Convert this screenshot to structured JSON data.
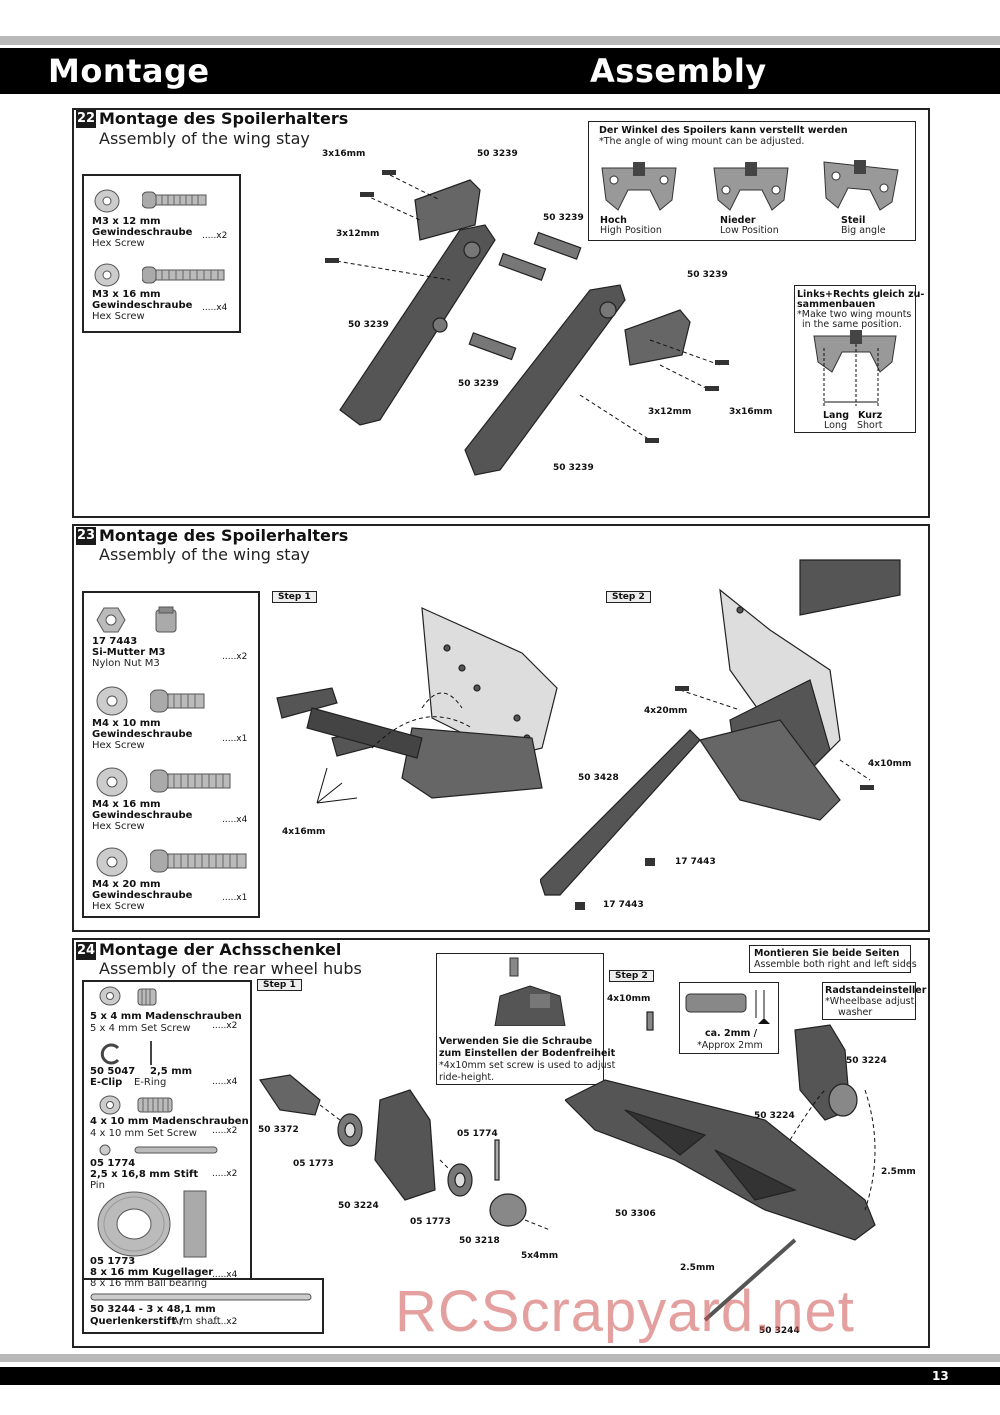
{
  "header": {
    "left": "Montage",
    "right": "Assembly"
  },
  "page_number": "13",
  "watermark": "RCScrapyard.net",
  "step22": {
    "number": "22",
    "title": "Montage des Spoilerhalters",
    "subtitle": "Assembly of the wing stay",
    "parts": [
      {
        "bold1": "M3 x 12 mm",
        "bold2": "Gewindeschraube",
        "normal": "Hex Screw",
        "qty": ".....x2"
      },
      {
        "bold1": "M3 x 16 mm",
        "bold2": "Gewindeschraube",
        "normal": "Hex Screw",
        "qty": ".....x4"
      }
    ],
    "note": {
      "bold": "Der Winkel des Spoilers kann verstellt werden",
      "normal": "*The angle of wing mount can be adjusted.",
      "positions": [
        {
          "bold": "Hoch",
          "normal": "High Position"
        },
        {
          "bold": "Nieder",
          "normal": "Low Position"
        },
        {
          "bold": "Steil",
          "normal": "Big angle"
        }
      ]
    },
    "note2": {
      "bold1": "Links+Rechts gleich zu-",
      "bold2": "sammenbauen",
      "normal1": "*Make two wing mounts",
      "normal2": "in the same position.",
      "lang_bold": "Lang",
      "lang": "Long",
      "kurz_bold": "Kurz",
      "kurz": "Short"
    },
    "labels": {
      "a": "3x16mm",
      "b": "50 3239",
      "c": "3x12mm",
      "d": "50 3239",
      "e": "50 3239",
      "f": "50 3239",
      "g": "50 3239",
      "h": "3x12mm",
      "i": "3x16mm",
      "j": "50 3239"
    }
  },
  "step23": {
    "number": "23",
    "title": "Montage des Spoilerhalters",
    "subtitle": "Assembly of the wing stay",
    "parts": [
      {
        "id": "17 7443",
        "bold1": "Si-Mutter M3",
        "normal": "Nylon Nut M3",
        "qty": ".....x2"
      },
      {
        "bold1": "M4 x 10 mm",
        "bold2": "Gewindeschraube",
        "normal": "Hex Screw",
        "qty": ".....x1"
      },
      {
        "bold1": "M4 x 16 mm",
        "bold2": "Gewindeschraube",
        "normal": "Hex Screw",
        "qty": ".....x4"
      },
      {
        "bold1": "M4 x 20 mm",
        "bold2": "Gewindeschraube",
        "normal": "Hex Screw",
        "qty": ".....x1"
      }
    ],
    "step1": "Step 1",
    "step2": "Step 2",
    "labels": {
      "a": "4x16mm",
      "b": "4x20mm",
      "c": "50 3428",
      "d": "4x10mm",
      "e": "17 7443",
      "f": "17 7443"
    }
  },
  "step24": {
    "number": "24",
    "title": "Montage der Achsschenkel",
    "subtitle": "Assembly of the rear wheel hubs",
    "step1": "Step 1",
    "step2": "Step 2",
    "parts": [
      {
        "bold1": "5 x 4 mm Madenschrauben",
        "normal": "5 x 4 mm Set Screw",
        "qty": ".....x2"
      },
      {
        "id": "50 5047",
        "extra": "2,5 mm",
        "bold1": "E-Clip",
        "normal": "E-Ring",
        "qty": ".....x4"
      },
      {
        "bold1": "4 x 10 mm Madenschrauben",
        "normal": "4 x 10 mm Set Screw",
        "qty": ".....x2"
      },
      {
        "id": "05 1774",
        "bold1": "2,5 x 16,8 mm Stift",
        "normal": "Pin",
        "qty": ".....x2"
      },
      {
        "id": "05 1773",
        "bold1": "8 x 16 mm Kugellager",
        "normal": "8 x 16 mm Ball bearing",
        "qty": ".....x4"
      },
      {
        "id": "50 3244  -  3 x 48,1 mm",
        "bold1": "Querlenkerstift /",
        "normal": "Arm shaft",
        "qty": ".....x2"
      }
    ],
    "note_screw": {
      "bold1": "Verwenden Sie die Schraube",
      "bold2": "zum Einstellen der Bodenfreiheit",
      "normal1": "*4x10mm set screw is used to adjust",
      "normal2": "ride-height."
    },
    "note_both": {
      "bold": "Montieren Sie beide Seiten",
      "normal": "Assemble both right and left sides"
    },
    "note_approx": {
      "bold": "ca. 2mm /",
      "normal": "*Approx 2mm"
    },
    "note_rad": {
      "bold": "Radstandeinsteller",
      "normal1": "*Wheelbase adjust",
      "normal2": "washer"
    },
    "labels": {
      "a": "50 3372",
      "b": "05 1773",
      "c": "50 3224",
      "d": "05 1773",
      "e": "05 1774",
      "f": "50 3218",
      "g": "5x4mm",
      "h": "4x10mm",
      "i": "50 3306",
      "j": "50 3224",
      "k": "50 3224",
      "l": "2.5mm",
      "m": "2.5mm",
      "n": "50 3244"
    }
  }
}
